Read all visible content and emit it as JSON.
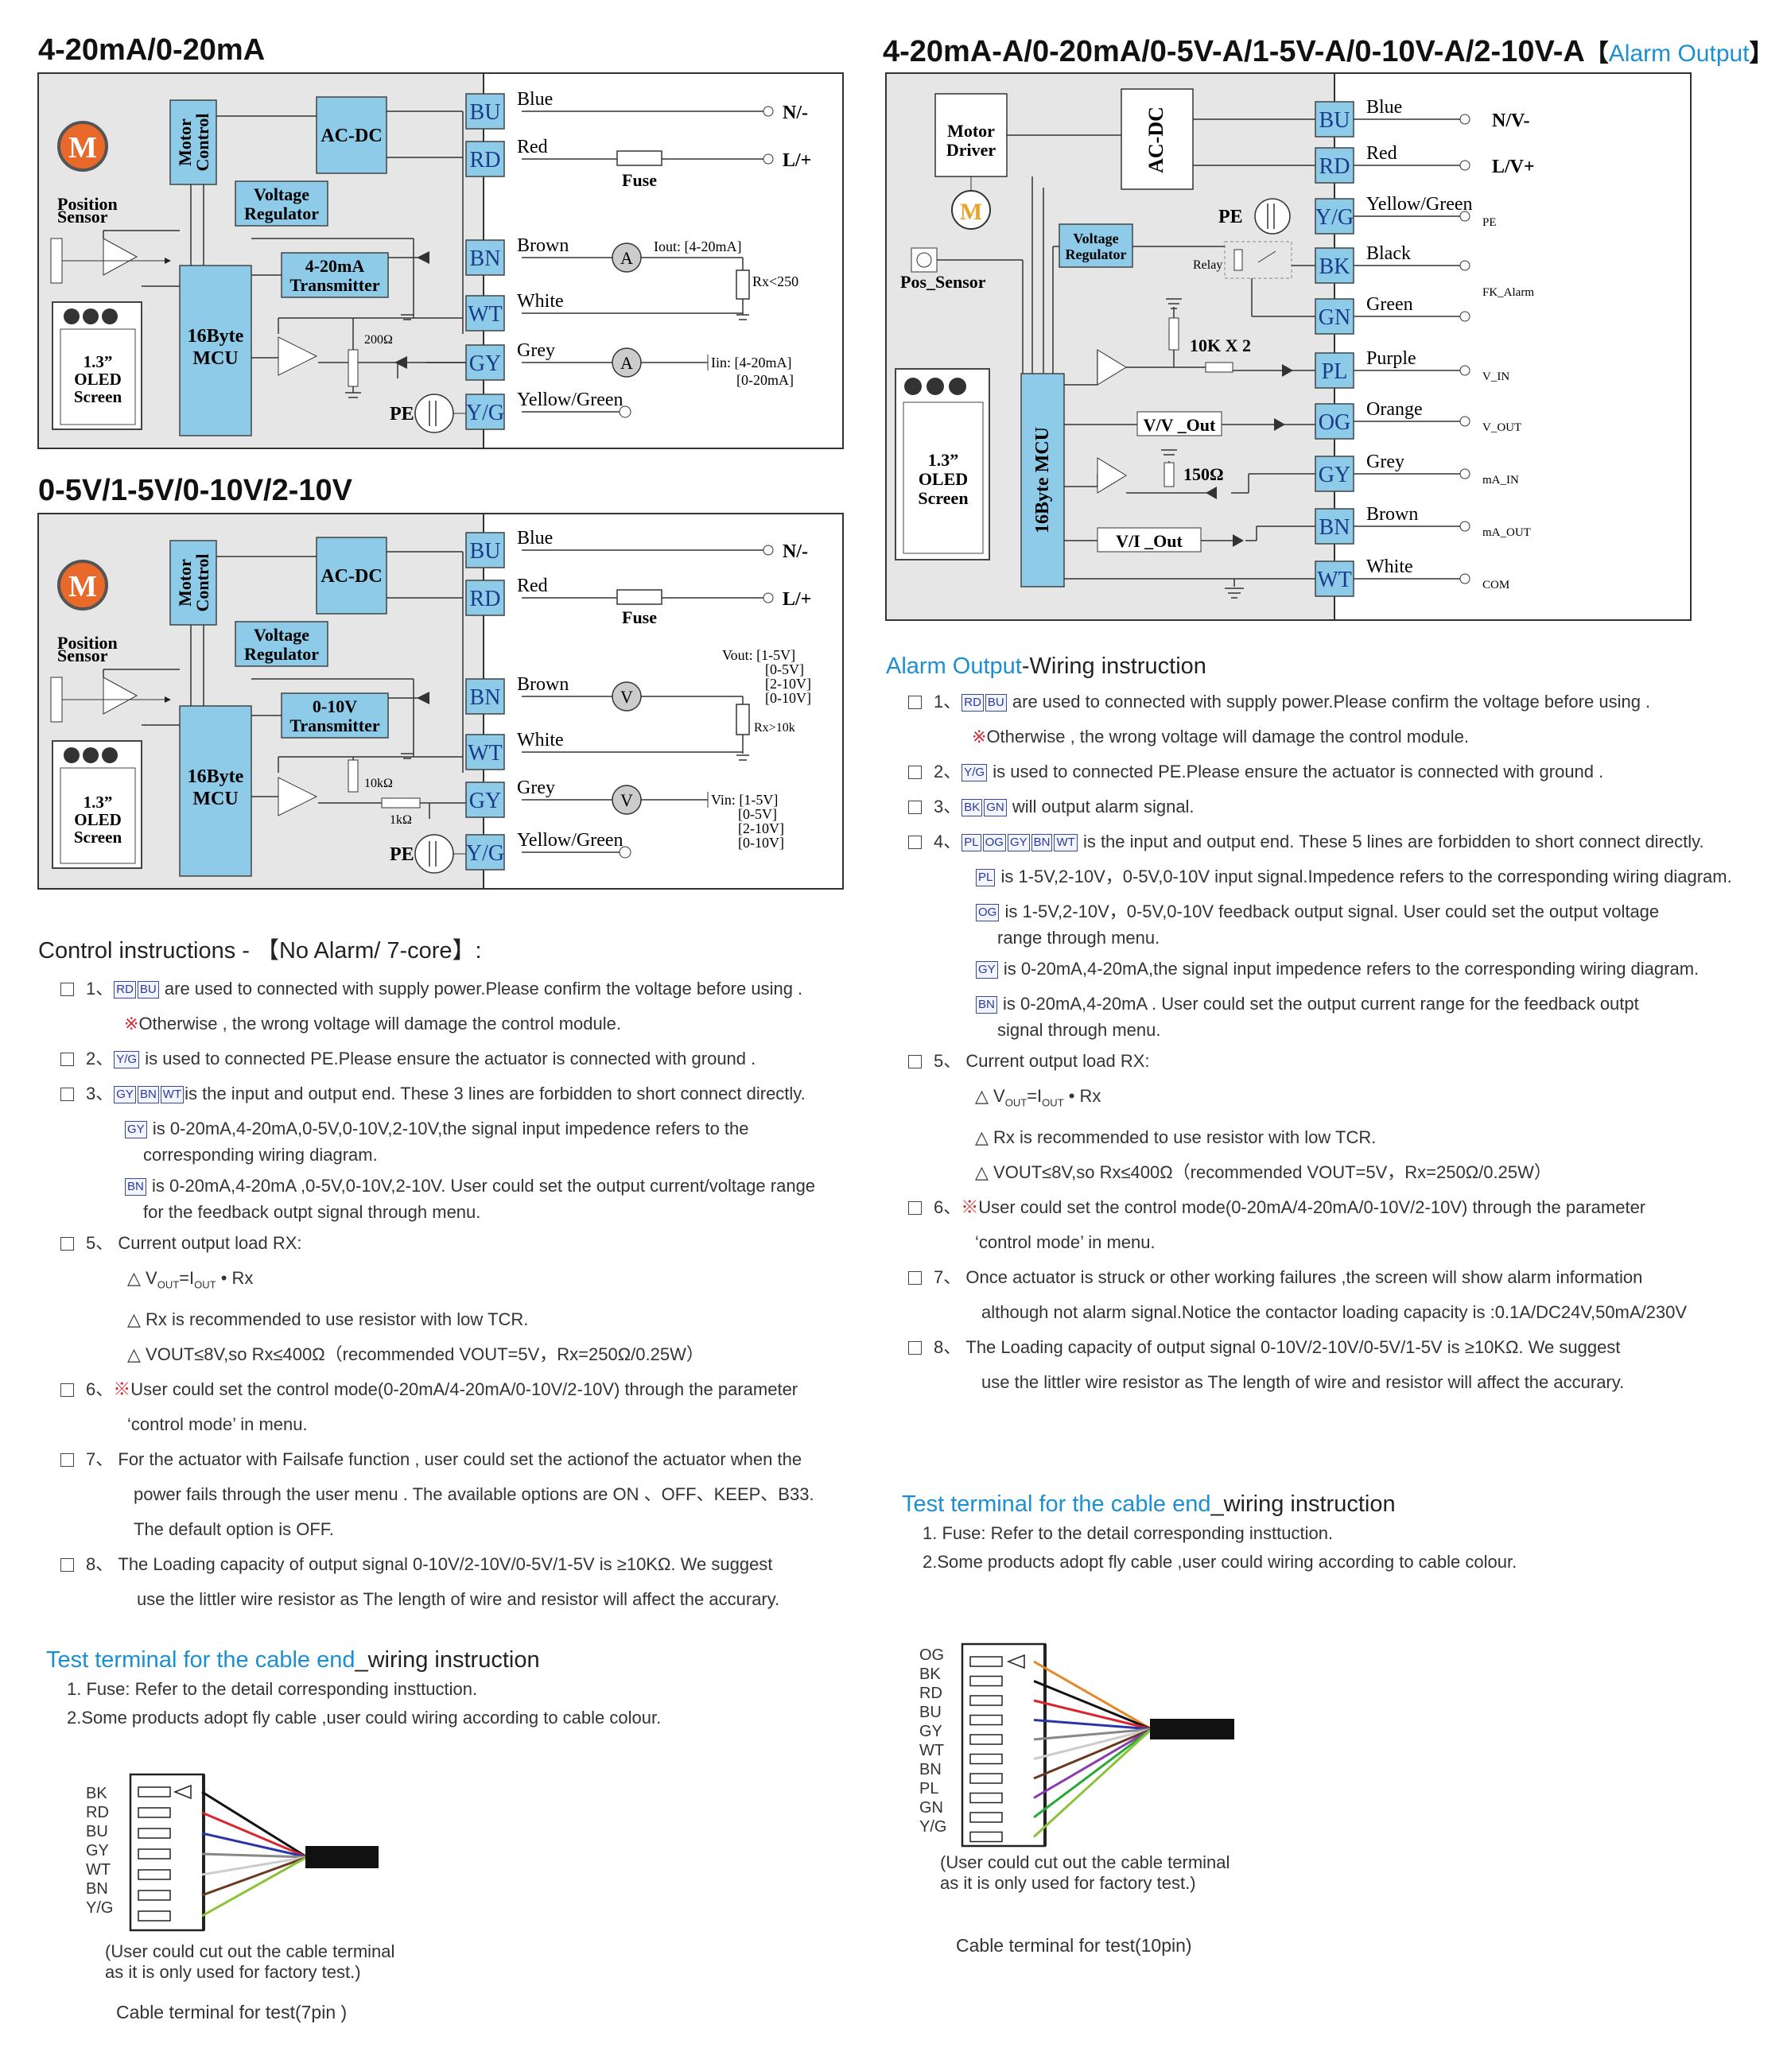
{
  "diagram_a": {
    "title": "4-20mA/0-20mA",
    "blocks": {
      "motor": "M",
      "motor_control_1": "Motor",
      "motor_control_2": "Control",
      "acdc": "AC-DC",
      "vreg_1": "Voltage",
      "vreg_2": "Regulator",
      "pos_1": "Position",
      "pos_2": "Sensor",
      "transmitter_1": "4-20mA",
      "transmitter_2": "Transmitter",
      "mcu_1": "16Byte",
      "mcu_2": "MCU",
      "oled_1": "1.3”",
      "oled_2": "OLED",
      "oled_3": "Screen",
      "resistor": "200Ω",
      "pe": "PE"
    },
    "terminals": [
      "BU",
      "RD",
      "BN",
      "WT",
      "GY",
      "Y/G"
    ],
    "wires": [
      "Blue",
      "Red",
      "Brown",
      "White",
      "Grey",
      "Yellow/Green"
    ],
    "ends": {
      "n": "N/-",
      "l": "L/+",
      "fuse": "Fuse",
      "meter": "A",
      "iout": "Iout: [4-20mA]",
      "rx": "Rx<250",
      "iin_1": "Iin: [4-20mA]",
      "iin_2": "[0-20mA]"
    }
  },
  "diagram_b": {
    "title": "0-5V/1-5V/0-10V/2-10V",
    "blocks": {
      "motor": "M",
      "motor_control_1": "Motor",
      "motor_control_2": "Control",
      "acdc": "AC-DC",
      "vreg_1": "Voltage",
      "vreg_2": "Regulator",
      "pos_1": "Position",
      "pos_2": "Sensor",
      "transmitter_1": "0-10V",
      "transmitter_2": "Transmitter",
      "mcu_1": "16Byte",
      "mcu_2": "MCU",
      "oled_1": "1.3”",
      "oled_2": "OLED",
      "oled_3": "Screen",
      "resistor": "10kΩ",
      "resistor_2": "1kΩ",
      "pe": "PE"
    },
    "terminals": [
      "BU",
      "RD",
      "BN",
      "WT",
      "GY",
      "Y/G"
    ],
    "wires": [
      "Blue",
      "Red",
      "Brown",
      "White",
      "Grey",
      "Yellow/Green"
    ],
    "ends": {
      "n": "N/-",
      "l": "L/+",
      "fuse": "Fuse",
      "meter": "V",
      "vout": [
        "Vout: [1-5V]",
        "[0-5V]",
        "[2-10V]",
        "[0-10V]"
      ],
      "rx": "Rx>10k",
      "vin": [
        "Vin: [1-5V]",
        "[0-5V]",
        "[2-10V]",
        "[0-10V]"
      ]
    }
  },
  "diagram_c": {
    "title_main": "4-20mA-A/0-20mA/0-5V-A/1-5V-A/0-10V-A/2-10V-A",
    "title_bracket_open": "【",
    "title_accent": "Alarm Output",
    "title_bracket_close": "】",
    "blocks": {
      "motor_1": "Motor",
      "motor_2": "Driver",
      "motor": "M",
      "acdc": "AC-DC",
      "pos": "Pos_Sensor",
      "vreg_1": "Voltage",
      "vreg_2": "Regulator",
      "pe": "PE",
      "relay": "Relay",
      "res1": "10K X 2",
      "res2": "150Ω",
      "vv": "V/V _Out",
      "vi": "V/I _Out",
      "mcu": "16Byte MCU",
      "oled_1": "1.3”",
      "oled_2": "OLED",
      "oled_3": "Screen"
    },
    "terminals": [
      "BU",
      "RD",
      "Y/G",
      "BK",
      "GN",
      "PL",
      "OG",
      "GY",
      "BN",
      "WT"
    ],
    "wires": [
      "Blue",
      "Red",
      "Yellow/Green",
      "Black",
      "Green",
      "Purple",
      "Orange",
      "Grey",
      "Brown",
      "White"
    ],
    "ends": [
      "N/V-",
      "L/V+",
      "PE",
      "",
      "FK_Alarm",
      "V_IN",
      "V_OUT",
      "mA_IN",
      "mA_OUT",
      "COM"
    ]
  },
  "control": {
    "heading": "Control instructions - 【No Alarm/ 7-core】:",
    "i1_num": "1、",
    "i1_tags": [
      "RD",
      "BU"
    ],
    "i1_text": "are used to connected with  supply power.Please confirm the voltage before using .",
    "i1_warn_mark": "※",
    "i1_warn": "Otherwise , the wrong voltage will damage the control module.",
    "i2_num": "2、",
    "i2_tags": [
      "Y/G"
    ],
    "i2_text": "is used to connected PE.Please  ensure the actuator is connected with ground .",
    "i3_num": "3、",
    "i3_tags": [
      "GY",
      "BN",
      "WT"
    ],
    "i3_text": "is the input and output end. These 3 lines are forbidden to short connect directly.",
    "i3_gy_tag": "GY",
    "i3_gy_1": "is 0-20mA,4-20mA,0-5V,0-10V,2-10V,the signal input impedence refers to the",
    "i3_gy_2": "corresponding wiring diagram.",
    "i3_bn_tag": "BN",
    "i3_bn_1": "is 0-20mA,4-20mA ,0-5V,0-10V,2-10V. User could set the output current/voltage range",
    "i3_bn_2": "for the feedback outpt signal through menu.",
    "i5_num": "5、",
    "i5_text": "Current output  load RX:",
    "i5_a": "△ V",
    "i5_a_sub1": "OUT",
    "i5_a_mid": "=I",
    "i5_a_sub2": "OUT",
    "i5_a_end": " • Rx",
    "i5_b": "△ Rx is recommended to use resistor with low TCR.",
    "i5_c": "△  VOUT≤8V,so Rx≤400Ω（recommended VOUT=5V，Rx=250Ω/0.25W）",
    "i6_num": "6、",
    "i6_mark": "※",
    "i6_text": "User could set the control mode(0-20mA/4-20mA/0-10V/2-10V)  through the  parameter",
    "i6_text2": "‘control mode’ in menu.",
    "i7_num": "7、",
    "i7_1": "For the actuator with Failsafe function , user could set the actionof the actuator when the",
    "i7_2": "power fails through the  user menu . The available options are  ON 、OFF、KEEP、B33.",
    "i7_3": "The default option is OFF.",
    "i8_num": "8、",
    "i8_1": "The Loading capacity  of output signal  0-10V/2-10V/0-5V/1-5V is  ≥10KΩ.  We suggest",
    "i8_2": "use the littler wire resistor as The length of wire and resistor will affect the accurary."
  },
  "alarm": {
    "heading_accent": "Alarm Output",
    "heading_rest": "-Wiring instruction",
    "i1_num": "1、",
    "i1_tags": [
      "RD",
      "BU"
    ],
    "i1_text": "are used to connected with  supply power.Please confirm the voltage before using .",
    "i1_warn_mark": "※",
    "i1_warn": "Otherwise , the wrong voltage will damage the control module.",
    "i2_num": "2、",
    "i2_tags": [
      "Y/G"
    ],
    "i2_text": "is used to connected PE.Please  ensure the actuator is connected with ground .",
    "i3_num": "3、",
    "i3_tags": [
      "BK",
      "GN"
    ],
    "i3_text": "will output alarm signal.",
    "i4_num": "4、",
    "i4_tags": [
      "PL",
      "OG",
      "GY",
      "BN",
      "WT"
    ],
    "i4_text": "is the input and output end. These 5 lines are forbidden to short connect directly.",
    "pl_tag": "PL",
    "pl_text": "is 1-5V,2-10V，0-5V,0-10V input signal.Impedence refers to the corresponding wiring diagram.",
    "og_tag": "OG",
    "og_1": "is 1-5V,2-10V，0-5V,0-10V feedback output signal. User could set the output voltage",
    "og_2": "range through menu.",
    "gy_tag": "GY",
    "gy_text": "is 0-20mA,4-20mA,the signal input impedence refers to the corresponding wiring diagram.",
    "bn_tag": "BN",
    "bn_1": "is 0-20mA,4-20mA . User could set the output current range for the feedback outpt",
    "bn_2": "signal through menu.",
    "i5_num": "5、",
    "i5_text": "Current output  load RX:",
    "i5_a": "△ V",
    "i5_a_sub1": "OUT",
    "i5_a_mid": "=I",
    "i5_a_sub2": "OUT",
    "i5_a_end": " • Rx",
    "i5_b": "△ Rx is recommended to use resistor with low TCR.",
    "i5_c": "△  VOUT≤8V,so Rx≤400Ω（recommended VOUT=5V，Rx=250Ω/0.25W）",
    "i6_num": "6、",
    "i6_mark": "※",
    "i6_text": "User could set the control mode(0-20mA/4-20mA/0-10V/2-10V)  through the  parameter",
    "i6_text2": "‘control mode’ in menu.",
    "i7_num": "7、",
    "i7_1": "Once actuator is struck or other working failures ,the screen will show alarm information",
    "i7_2": "although not alarm signal.Notice the contactor loading capacity is :0.1A/DC24V,50mA/230V",
    "i8_num": "8、",
    "i8_1": "The Loading capacity  of output signal  0-10V/2-10V/0-5V/1-5V is  ≥10KΩ.  We suggest",
    "i8_2": "use the littler wire resistor as The length of wire and resistor will affect the accurary."
  },
  "test_left": {
    "heading_accent": "Test terminal for the cable end",
    "heading_rest": "_wiring instruction",
    "line1": "1. Fuse: Refer to the detail corresponding insttuction.",
    "line2": "2.Some products adopt fly cable ,user could wiring according to cable colour.",
    "pins": [
      "BK",
      "RD",
      "BU",
      "GY",
      "WT",
      "BN",
      "Y/G"
    ],
    "note1": "(User could cut out the cable terminal",
    "note2": "as it is only used for factory test.)",
    "caption": "Cable terminal for test(7pin )"
  },
  "test_right": {
    "heading_accent": "Test terminal for the cable end",
    "heading_rest": "_wiring instruction",
    "line1": "1. Fuse: Refer to the detail corresponding insttuction.",
    "line2": "2.Some products adopt fly cable ,user could wiring according to cable colour.",
    "pins": [
      "OG",
      "BK",
      "RD",
      "BU",
      "GY",
      "WT",
      "BN",
      "PL",
      "GN",
      "Y/G"
    ],
    "note1": "(User could cut out the cable terminal",
    "note2": "as it is only used for factory test.)",
    "caption": "Cable terminal for test(10pin)"
  },
  "colors": {
    "block_blue": "#8ecbe8",
    "panel_grey": "#e6e6e6",
    "accent_blue": "#1c8fd0",
    "motor_orange": "#e8692a",
    "tag_blue": "#2a3a9a"
  }
}
